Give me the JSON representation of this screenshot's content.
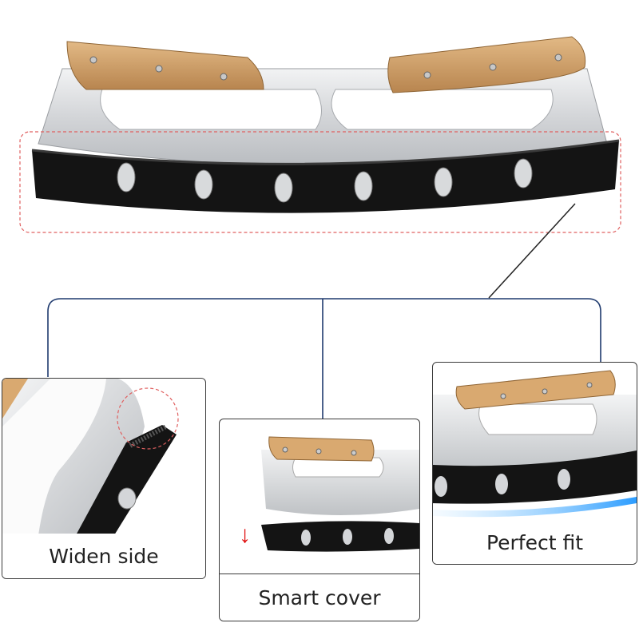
{
  "colors": {
    "accent_red": "#e01010",
    "connector_blue": "#1f3a6e",
    "guard_black": "#141414",
    "wood": "#c99a64",
    "steel": "#d4d6d9"
  },
  "icons": {
    "main_product": "rocker-pizza-cutter-icon",
    "down_arrow": "down-arrow-icon"
  },
  "panels": {
    "widen_side": {
      "caption": "Widen side"
    },
    "smart_cover": {
      "caption": "Smart cover",
      "arrow": "↓"
    },
    "perfect_fit": {
      "caption": "Perfect fit"
    }
  }
}
